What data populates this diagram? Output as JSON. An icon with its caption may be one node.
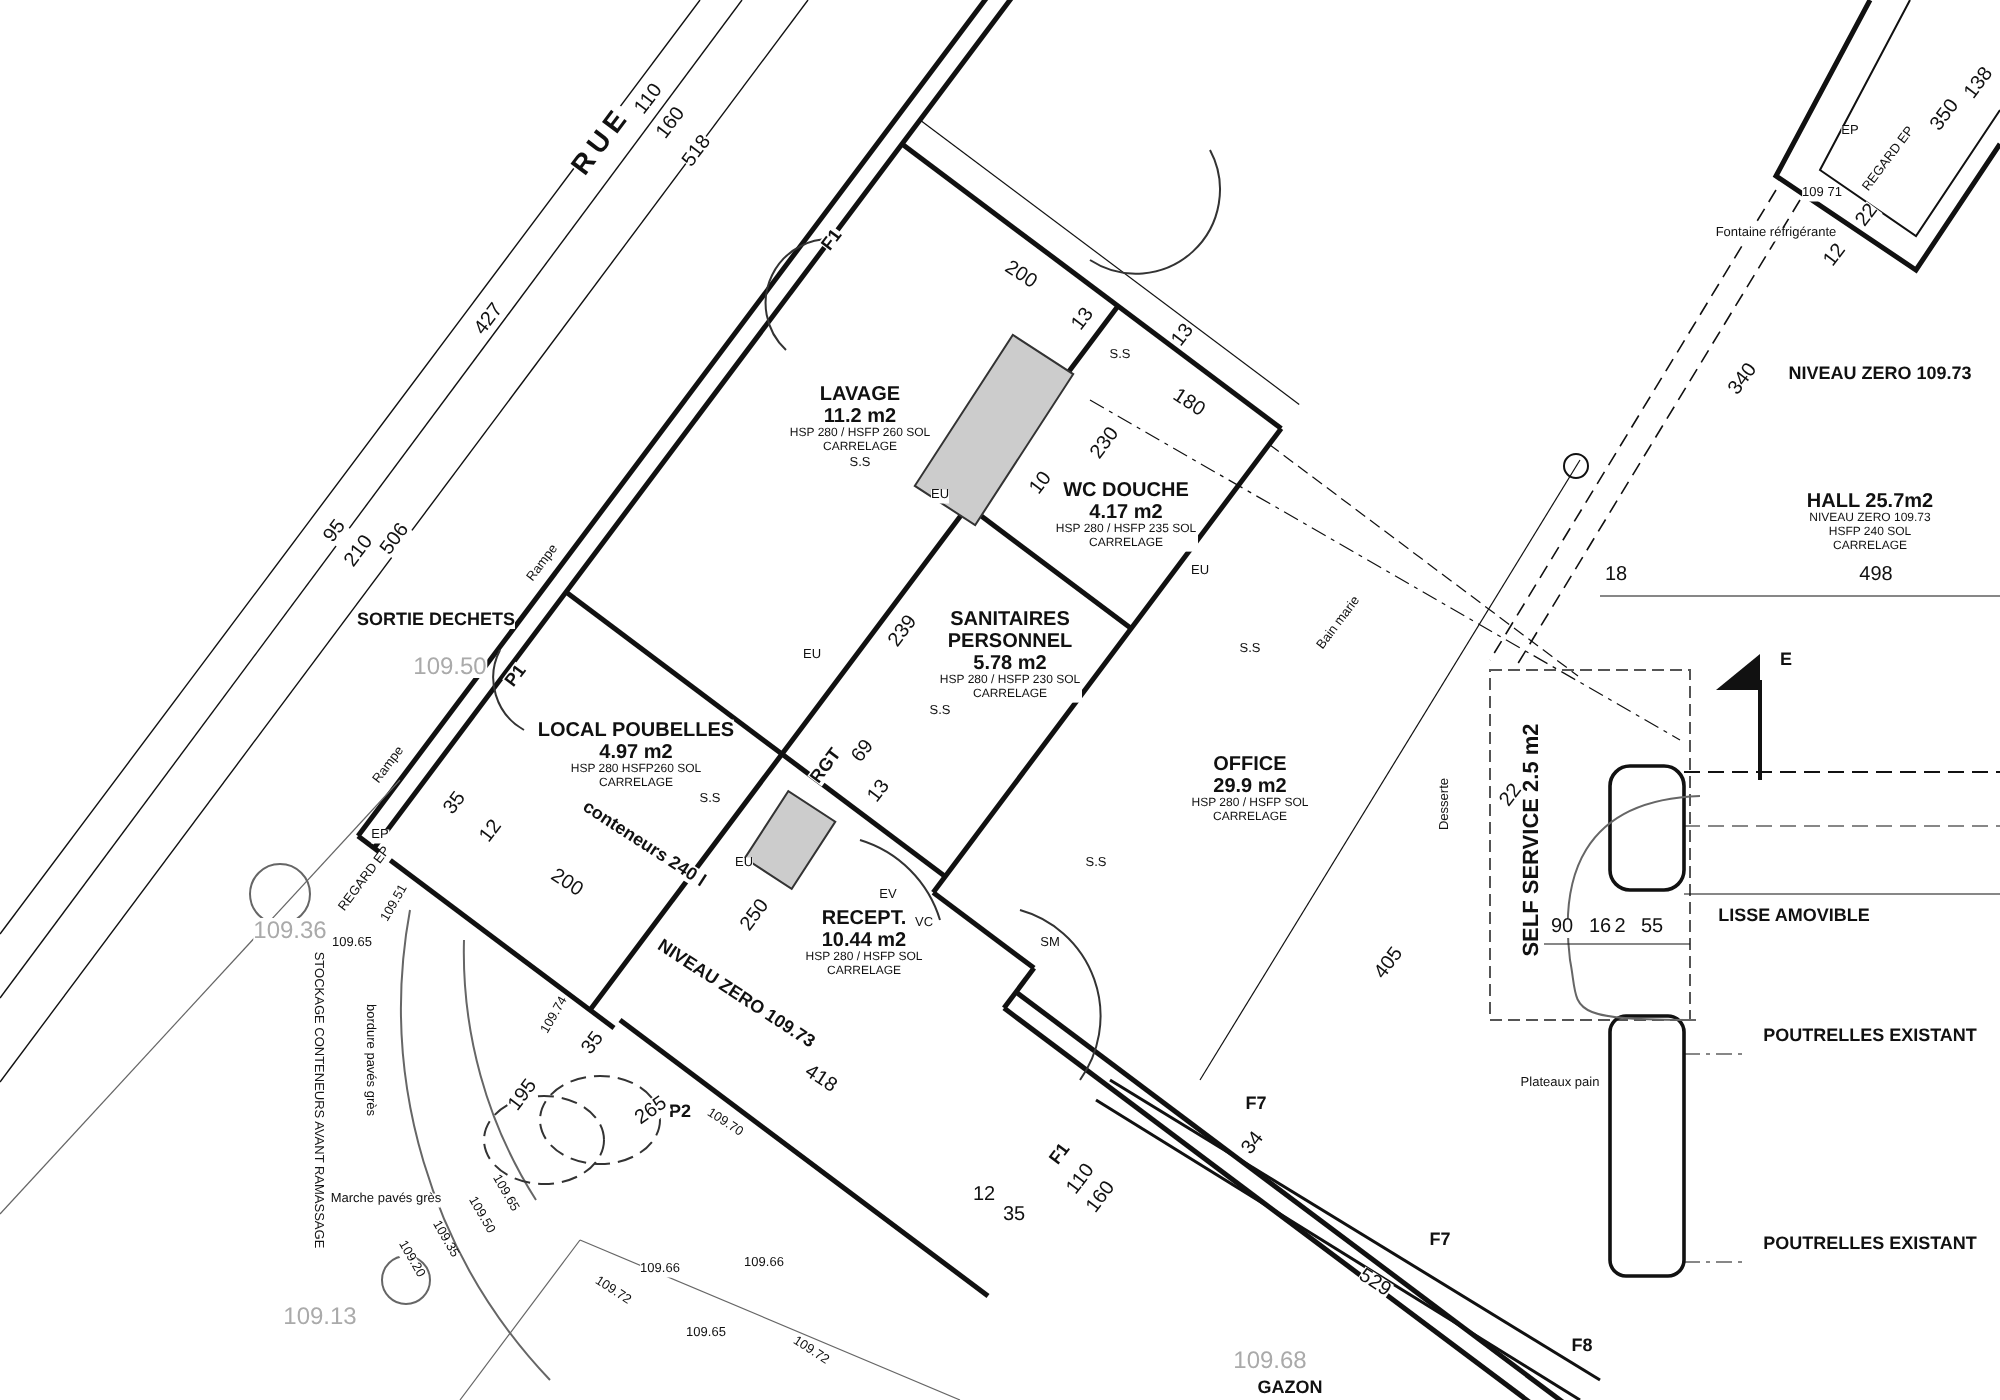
{
  "diagram": {
    "nodes": [
      {
        "text": [
          "LAVAGE",
          "11.2 m2",
          "HSP 280 / HSFP 260 SOL CARRELAGE"
        ]
      },
      {
        "text": [
          "WC DOUCHE",
          "4.17 m2",
          "HSP 280 / HSFP 235 SOL CARRELAGE"
        ]
      },
      {
        "text": [
          "SANITAIRES PERSONNEL",
          "5.78 m2",
          "HSP 280 / HSFP 230 SOL CARRELAGE"
        ]
      },
      {
        "text": [
          "LOCAL POUBELLES",
          "4.97 m2",
          "HSP 280 HSFP260 SOL CARRELAGE"
        ]
      },
      {
        "text": [
          "RECEPT.",
          "10.44 m2",
          "HSP 280 / HSFP SOL CARRELAGE"
        ]
      },
      {
        "text": [
          "OFFICE",
          "29.9 m2",
          "HSP 280 / HSFP SOL CARRELAGE"
        ]
      },
      {
        "text": [
          "HALL 25.7m2",
          "NIVEAU ZERO 109.73 HSFP 240 SOL CARRELAGE"
        ]
      },
      {
        "text": [
          "SELF SERVICE 2.5 m2"
        ]
      }
    ],
    "edges": [],
    "labels": [
      "138",
      "110",
      "160",
      "518",
      "350",
      "RUE",
      "EP",
      "REGARD EP",
      "109 71",
      "22",
      "F1",
      "Fontaine réfrigérante",
      "12",
      "200",
      "13",
      "13",
      "S.S",
      "NIVEAU ZERO 109.73",
      "340",
      "180",
      "427",
      "230",
      "EU",
      "S.S",
      "10",
      "95",
      "210",
      "506",
      "Rampe",
      "EU",
      "18",
      "498",
      "SORTIE DECHETS",
      "Bain marie",
      "EU",
      "239",
      "P1",
      "109.50",
      "S.S",
      "S.S",
      "E",
      "RGT",
      "69",
      "13",
      "Rampe",
      "22",
      "35",
      "S.S",
      "12",
      "EP",
      "Desserte",
      "conteneurs 240 l",
      "REGARD EP",
      "EU",
      "200",
      "EV",
      "250",
      "109.51",
      "LISSE AMOVIBLE",
      "VC",
      "109.36",
      "90",
      "16",
      "2",
      "55",
      "SM",
      "109.65",
      "405",
      "NIVEAU ZERO 109.73",
      "S.S",
      "109.74",
      "bordure pavés grès",
      "POUTRELLES EXISTANT",
      "35",
      "STOCKAGE CONTENEURS AVANT RAMASSAGE",
      "Plateaux pain",
      "195",
      "418",
      "F7",
      "P2",
      "265",
      "109.70",
      "34",
      "F1",
      "110",
      "160",
      "12",
      "109.65",
      "35",
      "Marche pavés grès",
      "109.50",
      "109.35",
      "F7",
      "POUTRELLES EXISTANT",
      "109.20",
      "109.66",
      "109.66",
      "529",
      "109.72",
      "109.13",
      "109.65",
      "F8",
      "109.72",
      "109.68",
      "GAZON"
    ]
  }
}
